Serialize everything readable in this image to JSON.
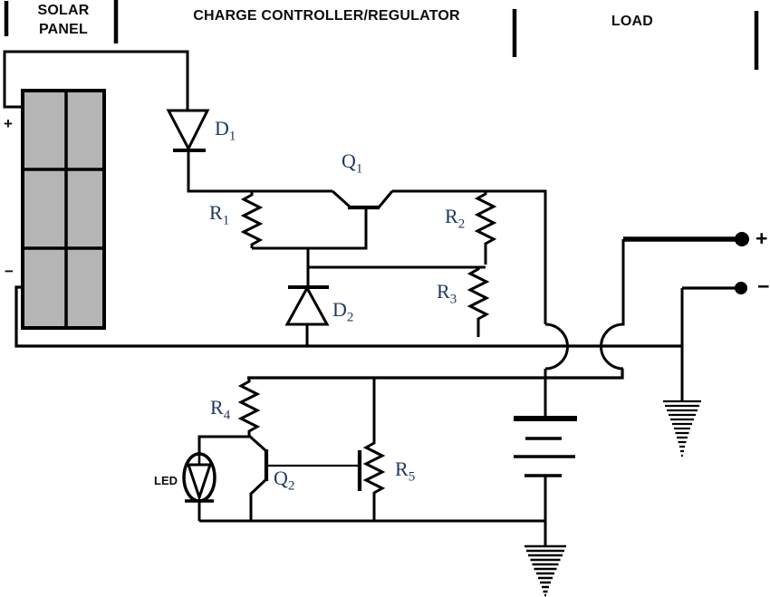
{
  "header": {
    "solar_panel": "SOLAR PANEL",
    "controller": "CHARGE CONTROLLER/REGULATOR",
    "load": "LOAD"
  },
  "solar_panel": {
    "plus": "+",
    "minus": "−"
  },
  "components": {
    "d1": {
      "text": "D",
      "sub": "1"
    },
    "q1": {
      "text": "Q",
      "sub": "1"
    },
    "r1": {
      "text": "R",
      "sub": "1"
    },
    "r2": {
      "text": "R",
      "sub": "2"
    },
    "r3": {
      "text": "R",
      "sub": "3"
    },
    "d2": {
      "text": "D",
      "sub": "2"
    },
    "r4": {
      "text": "R",
      "sub": "4"
    },
    "q2": {
      "text": "Q",
      "sub": "2"
    },
    "r5": {
      "text": "R",
      "sub": "5"
    },
    "led": {
      "text": "LED"
    }
  },
  "terminals": {
    "plus": "+",
    "minus": "−"
  },
  "colors": {
    "wire": "#000000",
    "component_label": "#1f3864",
    "header_text": "#0d0d0d",
    "panel_cell_fill": "#b5b5b5",
    "background": "#ffffff"
  }
}
